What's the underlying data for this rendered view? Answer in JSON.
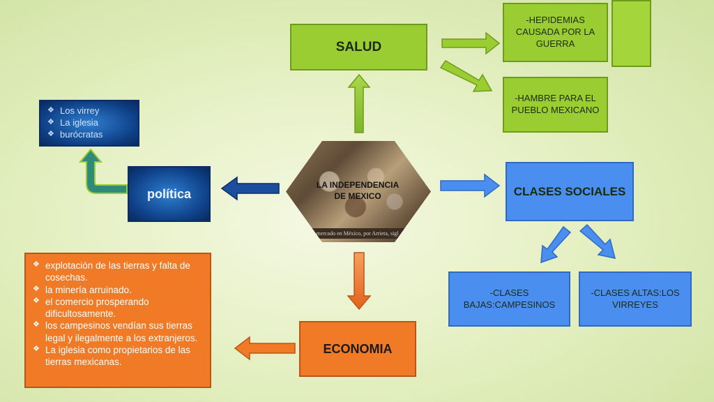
{
  "center": {
    "label": "LA INDEPENDENCIA DE MEXICO",
    "caption": "o de mercado en México, por Arrieta, sigl"
  },
  "salud": {
    "title": "SALUD",
    "items": [
      "-HEPIDEMIAS CAUSADA POR LA GUERRA",
      "-HAMBRE PARA EL PUEBLO MEXICANO"
    ]
  },
  "politica": {
    "title": "política",
    "items": [
      "Los virrey",
      "La iglesia",
      "burócratas"
    ]
  },
  "clases": {
    "title": "CLASES SOCIALES",
    "items": [
      "-CLASES BAJAS:CAMPESINOS",
      "-CLASES ALTAS:LOS VIRREYES"
    ]
  },
  "economia": {
    "title": "ECONOMIA",
    "items": [
      "explotación de las tierras y falta de cosechas.",
      "la minería arruinado.",
      "el comercio prosperando dificultosamente.",
      "los campesinos vendían sus tierras legal y ilegalmente a los extranjeros.",
      "La iglesia como propietarios de las tierras mexicanas."
    ]
  },
  "colors": {
    "green": "#9acd32",
    "blue": "#4a8ff0",
    "dark_blue": "#0e3f86",
    "orange": "#f07a25"
  }
}
